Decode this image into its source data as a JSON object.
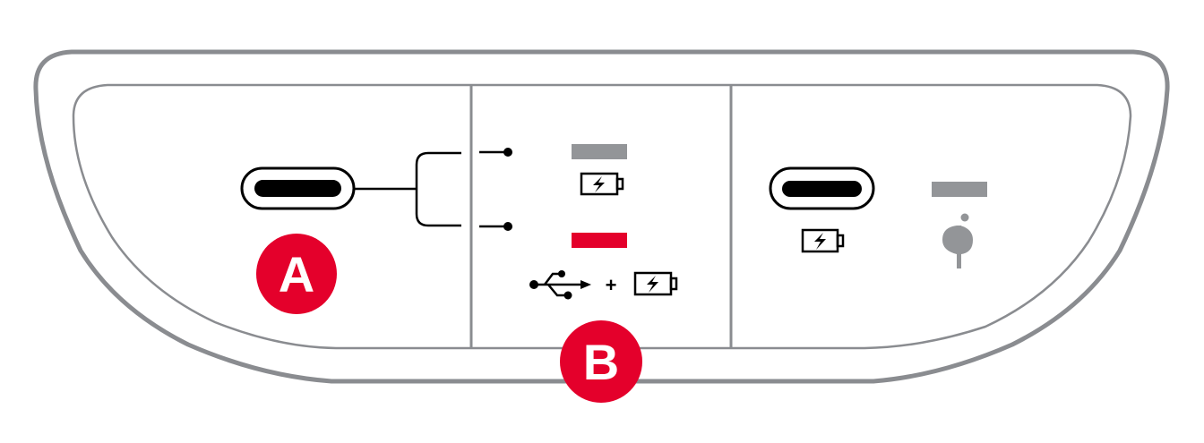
{
  "labels": {
    "a": "A",
    "b": "B",
    "plus": "+"
  },
  "logo": {
    "qi": "qi"
  },
  "icons": [
    "usb-c-port-icon",
    "battery-charging-icon",
    "usb-icon",
    "qi-wireless-icon"
  ],
  "colors": {
    "accent_red": "#e4002b",
    "indicator_gray": "#939598",
    "outline_gray": "#8a8c90",
    "black": "#000000"
  }
}
